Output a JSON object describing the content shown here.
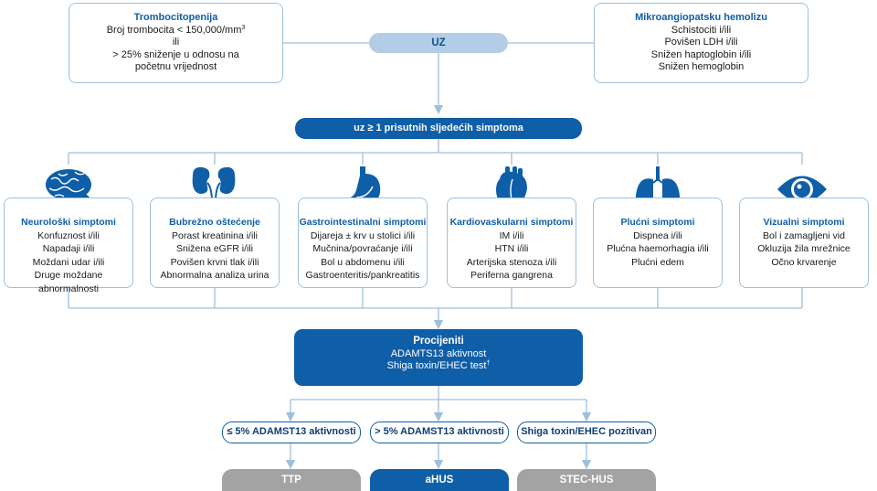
{
  "top_left": {
    "title": "Trombocitopenija",
    "line1": "Broj trombocita < 150,000/mm",
    "line1_sup": "3",
    "line2": "ili",
    "line3": "> 25% sniženje u odnosu na",
    "line4": "početnu vrijednost"
  },
  "top_right": {
    "title": "Mikroangiopatsku hemolizu",
    "lines": [
      "Schistociti i/ili",
      "Povišen LDH i/ili",
      "Snižen haptoglobin i/ili",
      "Snižen hemoglobin"
    ]
  },
  "uz_label": "UZ",
  "symptoms_label": "uz ≥ 1 prisutnih sljedećih simptoma",
  "categories": [
    {
      "title": "Neurološki simptomi",
      "icon": "brain-icon",
      "items": [
        "Konfuznost i/ili",
        "Napadaji i/ili",
        "Moždani udar i/ili",
        "Druge moždane abnormalnosti"
      ]
    },
    {
      "title": "Bubrežno oštećenje",
      "icon": "kidneys-icon",
      "items": [
        "Porast kreatinina i/ili",
        "Snižena eGFR i/ili",
        "Povišen krvni tlak i/ili",
        "Abnormalna analiza urina"
      ]
    },
    {
      "title": "Gastrointestinalni simptomi",
      "icon": "stomach-icon",
      "items": [
        "Dijareja ± krv u stolici i/ili",
        "Mučnina/povraćanje i/ili",
        "Bol u abdomenu i/ili",
        "Gastroenteritis/pankreatitis"
      ]
    },
    {
      "title": "Kardiovaskularni simptomi",
      "icon": "heart-icon",
      "items": [
        "IM i/ili",
        "HTN i/ili",
        "Arterijska stenoza i/ili",
        "Periferna gangrena"
      ]
    },
    {
      "title": "Plućni simptomi",
      "icon": "lungs-icon",
      "items": [
        "Dispnea i/ili",
        "Plućna haemorhagia i/ili",
        "Plućni edem"
      ]
    },
    {
      "title": "Vizualni simptomi",
      "icon": "eye-icon",
      "items": [
        "Bol i zamagljeni vid",
        "Okluzija žila mrežnice",
        "Očno krvarenje"
      ]
    }
  ],
  "evaluate": {
    "title": "Procijeniti",
    "line1": "ADAMTS13 aktivnost",
    "line2": "Shiga toxin/EHEC test",
    "line2_sup": "†"
  },
  "criteria": [
    "≤ 5% ADAMST13 aktivnosti",
    "> 5% ADAMST13 aktivnosti",
    "Shiga toxin/EHEC pozitivan"
  ],
  "outcomes": [
    "TTP",
    "aHUS",
    "STEC-HUS"
  ],
  "colors": {
    "primary": "#0f5ea8",
    "light": "#b3cde6",
    "grey": "#a3a3a3",
    "line": "#9fbfda"
  }
}
